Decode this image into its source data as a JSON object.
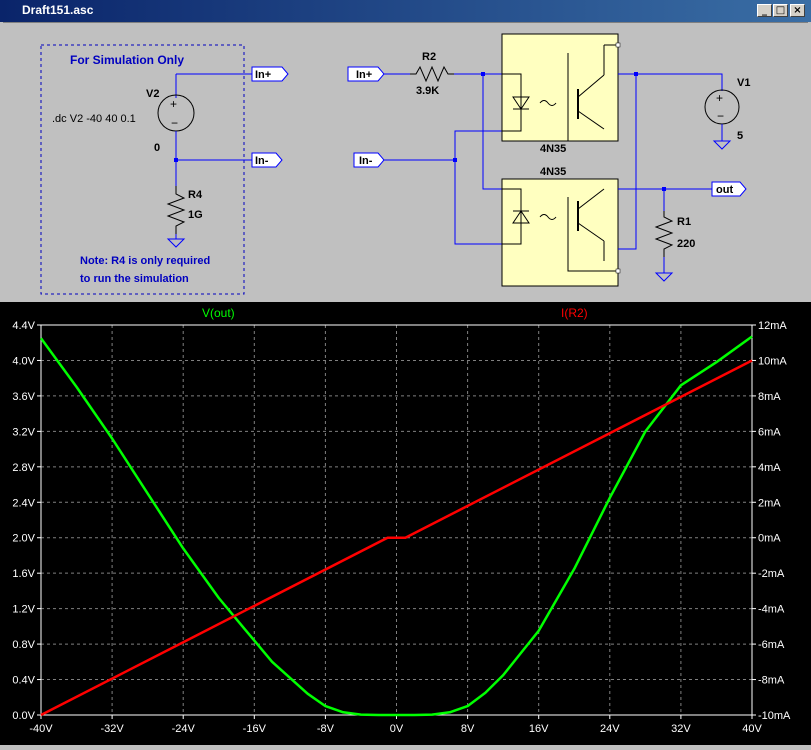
{
  "window": {
    "title": "Draft151.asc",
    "buttons": {
      "minimize": "_",
      "maximize": "□",
      "close": "×"
    }
  },
  "schematic": {
    "sim_box_title": "For Simulation Only",
    "directive": ".dc V2 -40 40 0.1",
    "note_line1": "Note: R4 is only required",
    "note_line2": "to run the simulation",
    "v2": {
      "name": "V2",
      "value": "0"
    },
    "r4": {
      "name": "R4",
      "value": "1G"
    },
    "r2": {
      "name": "R2",
      "value": "3.9K"
    },
    "r1": {
      "name": "R1",
      "value": "220"
    },
    "v1": {
      "name": "V1",
      "value": "5"
    },
    "u1": "4N35",
    "u2": "4N35",
    "labels": {
      "in_plus": "In+",
      "in_minus": "In-",
      "out": "out"
    },
    "colors": {
      "wire": "#0000ff",
      "component": "#000000",
      "flag": "#0000ff",
      "optocoupler": "#ffffc0",
      "directive_text": "#0000c0"
    }
  },
  "plot": {
    "trace1_label": "V(out)",
    "trace2_label": "I(R2)",
    "colors": {
      "trace1": "#00ff00",
      "trace2": "#ff0000",
      "axes": "#ffffff",
      "grid": "#808080"
    }
  },
  "chart_data": {
    "type": "line",
    "title": "",
    "xlabel": "",
    "ylabel": "",
    "x_ticks": [
      "-40V",
      "-32V",
      "-24V",
      "-16V",
      "-8V",
      "0V",
      "8V",
      "16V",
      "24V",
      "32V",
      "40V"
    ],
    "y_left_ticks": [
      "0.0V",
      "0.4V",
      "0.8V",
      "1.2V",
      "1.6V",
      "2.0V",
      "2.4V",
      "2.8V",
      "3.2V",
      "3.6V",
      "4.0V",
      "4.4V"
    ],
    "y_right_ticks": [
      "-10mA",
      "-8mA",
      "-6mA",
      "-4mA",
      "-2mA",
      "0mA",
      "2mA",
      "4mA",
      "6mA",
      "8mA",
      "10mA",
      "12mA"
    ],
    "xlim": [
      -40,
      40
    ],
    "ylim_left": [
      0,
      4.4
    ],
    "ylim_right": [
      -10,
      12
    ],
    "grid": true,
    "series": [
      {
        "name": "V(out)",
        "axis": "left",
        "x": [
          -40,
          -36,
          -32,
          -28,
          -24,
          -20,
          -17,
          -14,
          -10,
          -8,
          -6,
          -4,
          -2,
          0,
          2,
          4,
          6,
          8,
          10,
          12,
          14,
          16,
          20,
          24,
          28,
          32,
          36,
          40
        ],
        "y": [
          4.25,
          3.7,
          3.12,
          2.5,
          1.88,
          1.32,
          0.96,
          0.6,
          0.24,
          0.1,
          0.03,
          0.005,
          0.0,
          0.0,
          0.0,
          0.005,
          0.03,
          0.1,
          0.25,
          0.45,
          0.7,
          0.95,
          1.65,
          2.45,
          3.2,
          3.72,
          3.98,
          4.27
        ]
      },
      {
        "name": "I(R2)",
        "axis": "right",
        "x": [
          -40,
          -1,
          1,
          40
        ],
        "y": [
          -10.0,
          0.0,
          0.0,
          10.0
        ]
      }
    ]
  }
}
